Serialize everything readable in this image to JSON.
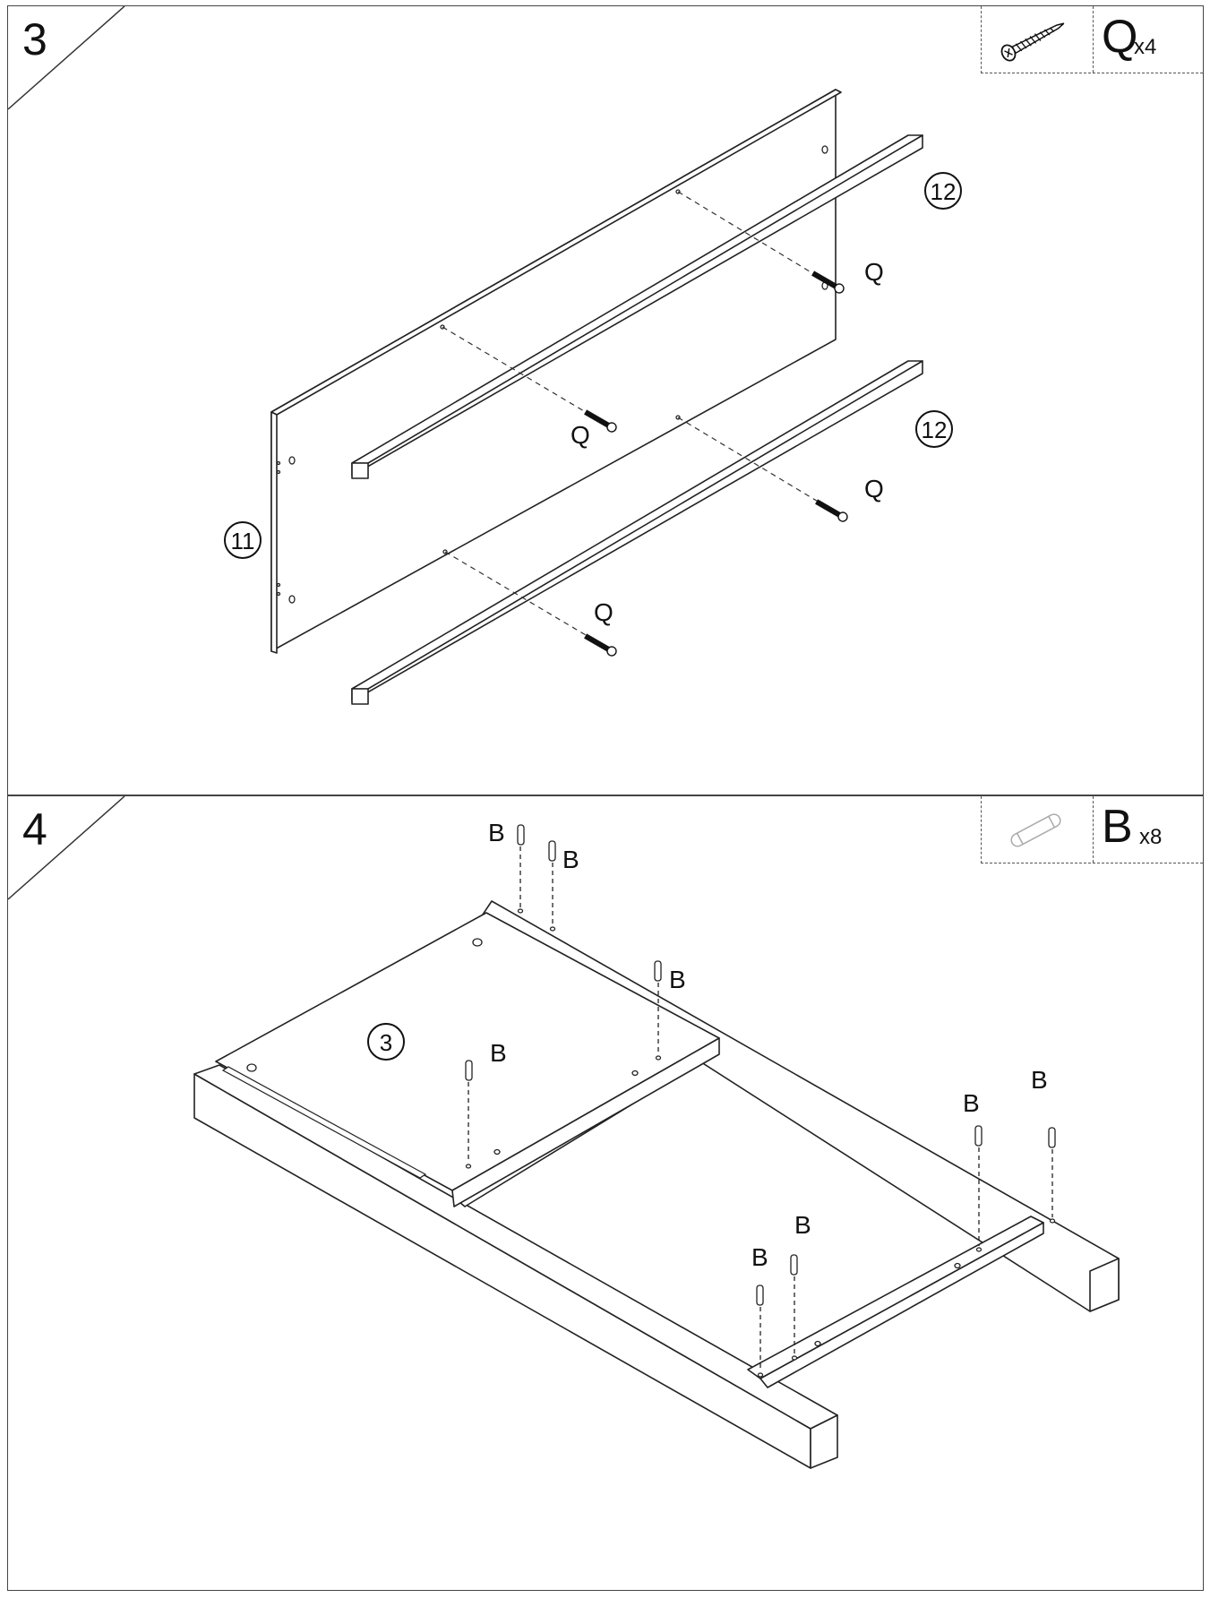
{
  "step3": {
    "number": "3",
    "hardware": {
      "letter": "Q",
      "qty": "x4",
      "icon": "screw-icon"
    },
    "part_labels": {
      "panel": "11",
      "rail_top": "12",
      "rail_bottom": "12"
    },
    "screw_label": "Q"
  },
  "step4": {
    "number": "4",
    "hardware": {
      "letter": "B",
      "qty": "x8",
      "icon": "dowel-icon"
    },
    "part_labels": {
      "board": "3"
    },
    "dowel_label": "B"
  }
}
